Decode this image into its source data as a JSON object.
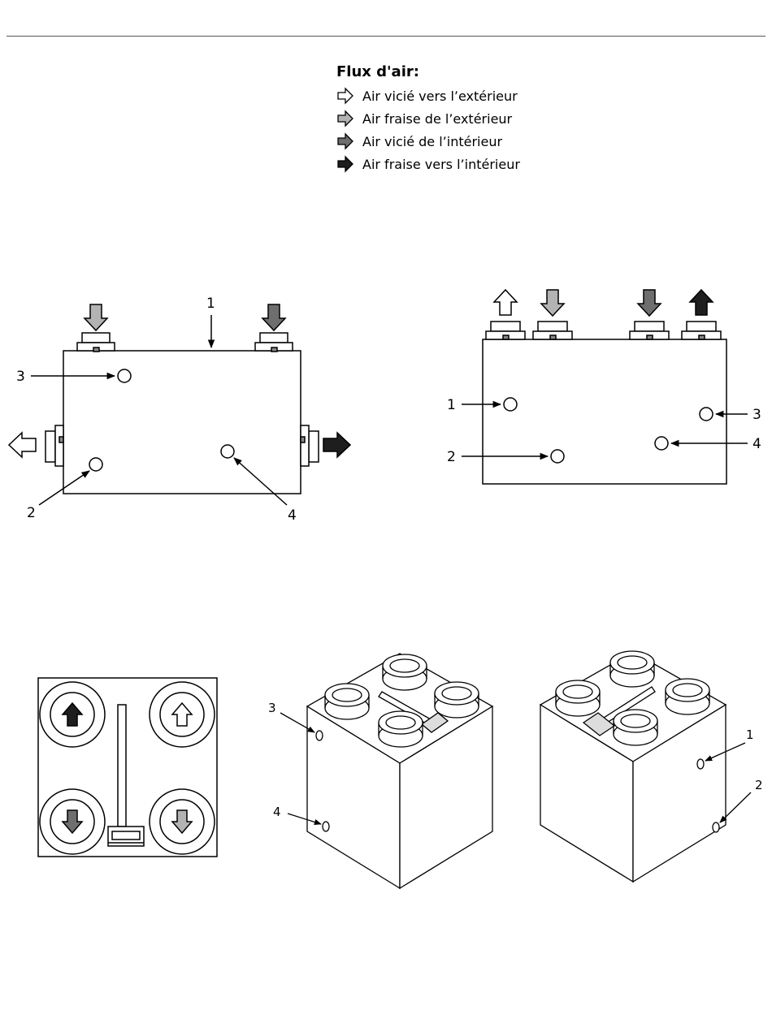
{
  "legend": {
    "title": "Flux d'air:",
    "items": [
      {
        "label": "Air vicié vers l’extérieur",
        "color": "#ffffff"
      },
      {
        "label": "Air fraise de l’extérieur",
        "color": "#b3b3b3"
      },
      {
        "label": "Air vicié de l’intérieur",
        "color": "#6e6e6e"
      },
      {
        "label": "Air fraise vers l’intérieur",
        "color": "#1e1e1e"
      }
    ]
  },
  "views": {
    "front_left": {
      "labels": [
        "1",
        "2",
        "3",
        "4"
      ]
    },
    "front_right": {
      "labels": [
        "1",
        "2",
        "3",
        "4"
      ]
    },
    "iso_left": {
      "labels": [
        "3",
        "4"
      ]
    },
    "iso_right": {
      "labels": [
        "1",
        "2"
      ]
    }
  }
}
